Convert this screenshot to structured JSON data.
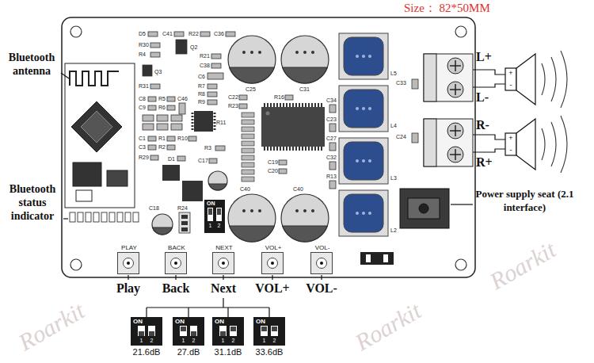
{
  "diagram": {
    "nodes": [
      {
        "text": [
          "ON",
          "1",
          "2"
        ]
      },
      {
        "text": [
          "PLAY"
        ]
      },
      {
        "text": [
          "BACK"
        ]
      },
      {
        "text": [
          "NEXT"
        ]
      },
      {
        "text": [
          "VOL+"
        ]
      },
      {
        "text": [
          "VOL-"
        ]
      },
      {
        "text": [
          "ON",
          "1",
          "2",
          "21.6dB"
        ]
      },
      {
        "text": [
          "ON",
          "1",
          "2",
          "27.dB"
        ]
      },
      {
        "text": [
          "ON",
          "1",
          "2",
          "31.1dB"
        ]
      },
      {
        "text": [
          "ON",
          "1",
          "2",
          "33.6dB"
        ]
      }
    ],
    "labels": [
      "Size： 82*50MM",
      "Bluetooth antenna",
      "Bluetooth status indicator",
      "L+",
      "L-",
      "R-",
      "R+",
      "+",
      "-",
      "+",
      "-",
      "Power supply seat (2.1 interface)",
      "Play",
      "Back",
      "Next",
      "VOL+",
      "VOL-",
      "D5",
      "C41",
      "R22",
      "C36",
      "R30",
      "Q2",
      "R4",
      "R21",
      "C38",
      "Q3",
      "C6",
      "R31",
      "R7",
      "R8",
      "R9",
      "C8",
      "R5",
      "C46",
      "C9",
      "R6",
      "R11",
      "C1",
      "R1",
      "R10",
      "C3",
      "R2",
      "R3",
      "R29",
      "D1",
      "C17",
      "C18",
      "R24",
      "C25",
      "C31",
      "R16",
      "C22",
      "R23",
      "C34",
      "C23",
      "C27",
      "C32",
      "R13",
      "C19",
      "C20",
      "C40",
      "C40",
      "L5",
      "L4",
      "L3",
      "L2",
      "C33",
      "C24",
      "Roarkit",
      "Roarkit",
      "Roarkit"
    ]
  }
}
